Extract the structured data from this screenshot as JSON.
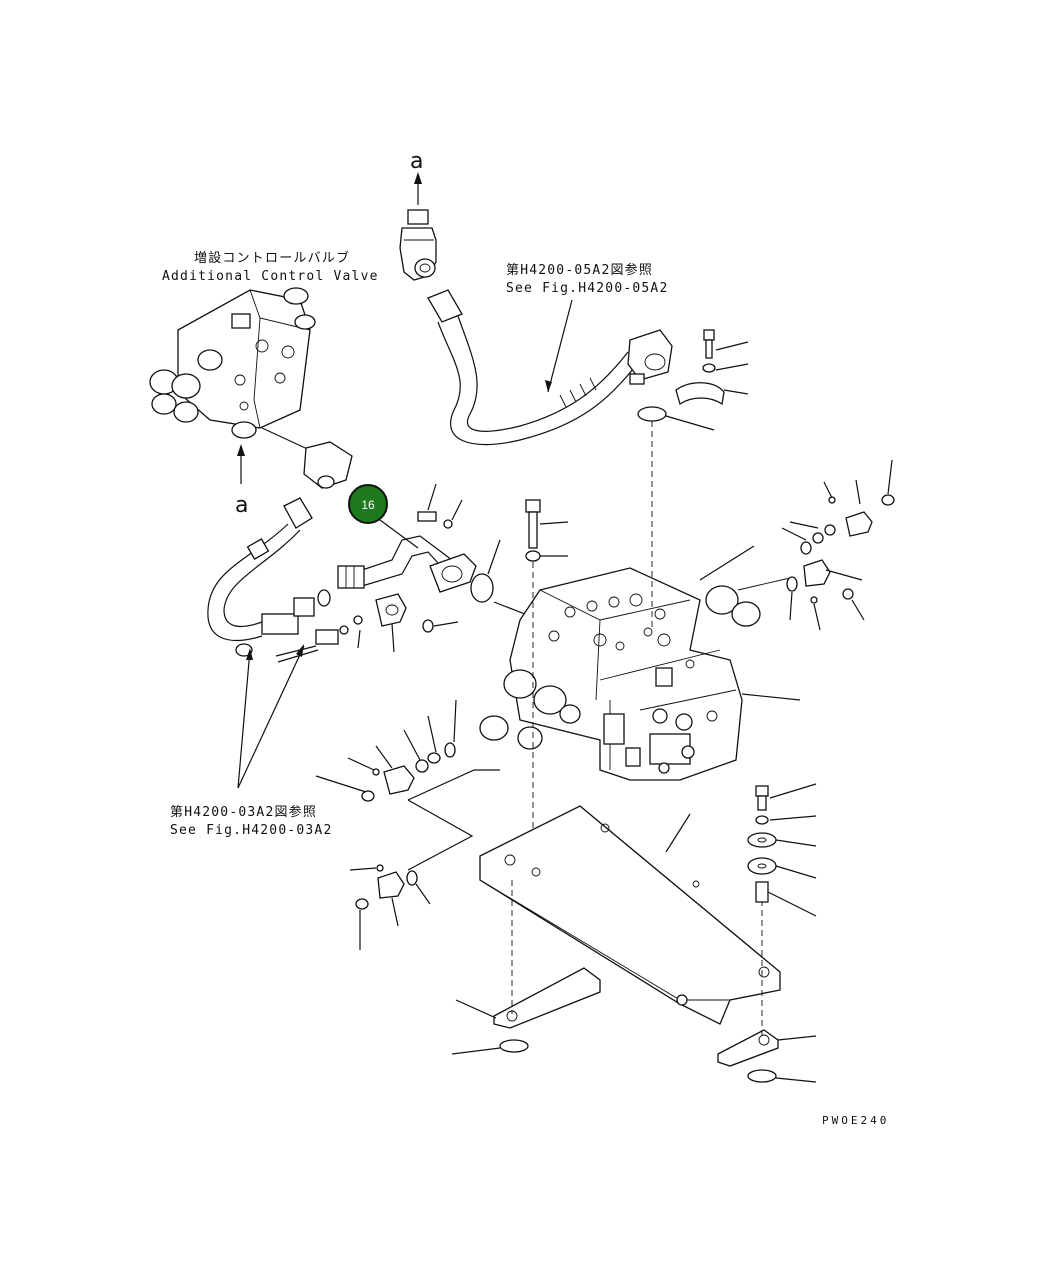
{
  "labels": {
    "additional_valve_jp": "増設コントロールバルブ",
    "additional_valve_en": "Additional Control Valve",
    "ref_upper_jp": "第H4200-05A2図参照",
    "ref_upper_en": "See Fig.H4200-05A2",
    "ref_lower_jp": "第H4200-03A2図参照",
    "ref_lower_en": "See Fig.H4200-03A2",
    "ref_a_top": "a",
    "ref_a_left": "a",
    "drawing_code": "PWOE240"
  },
  "callout": {
    "number": "16",
    "color": "#1f7a1f"
  }
}
